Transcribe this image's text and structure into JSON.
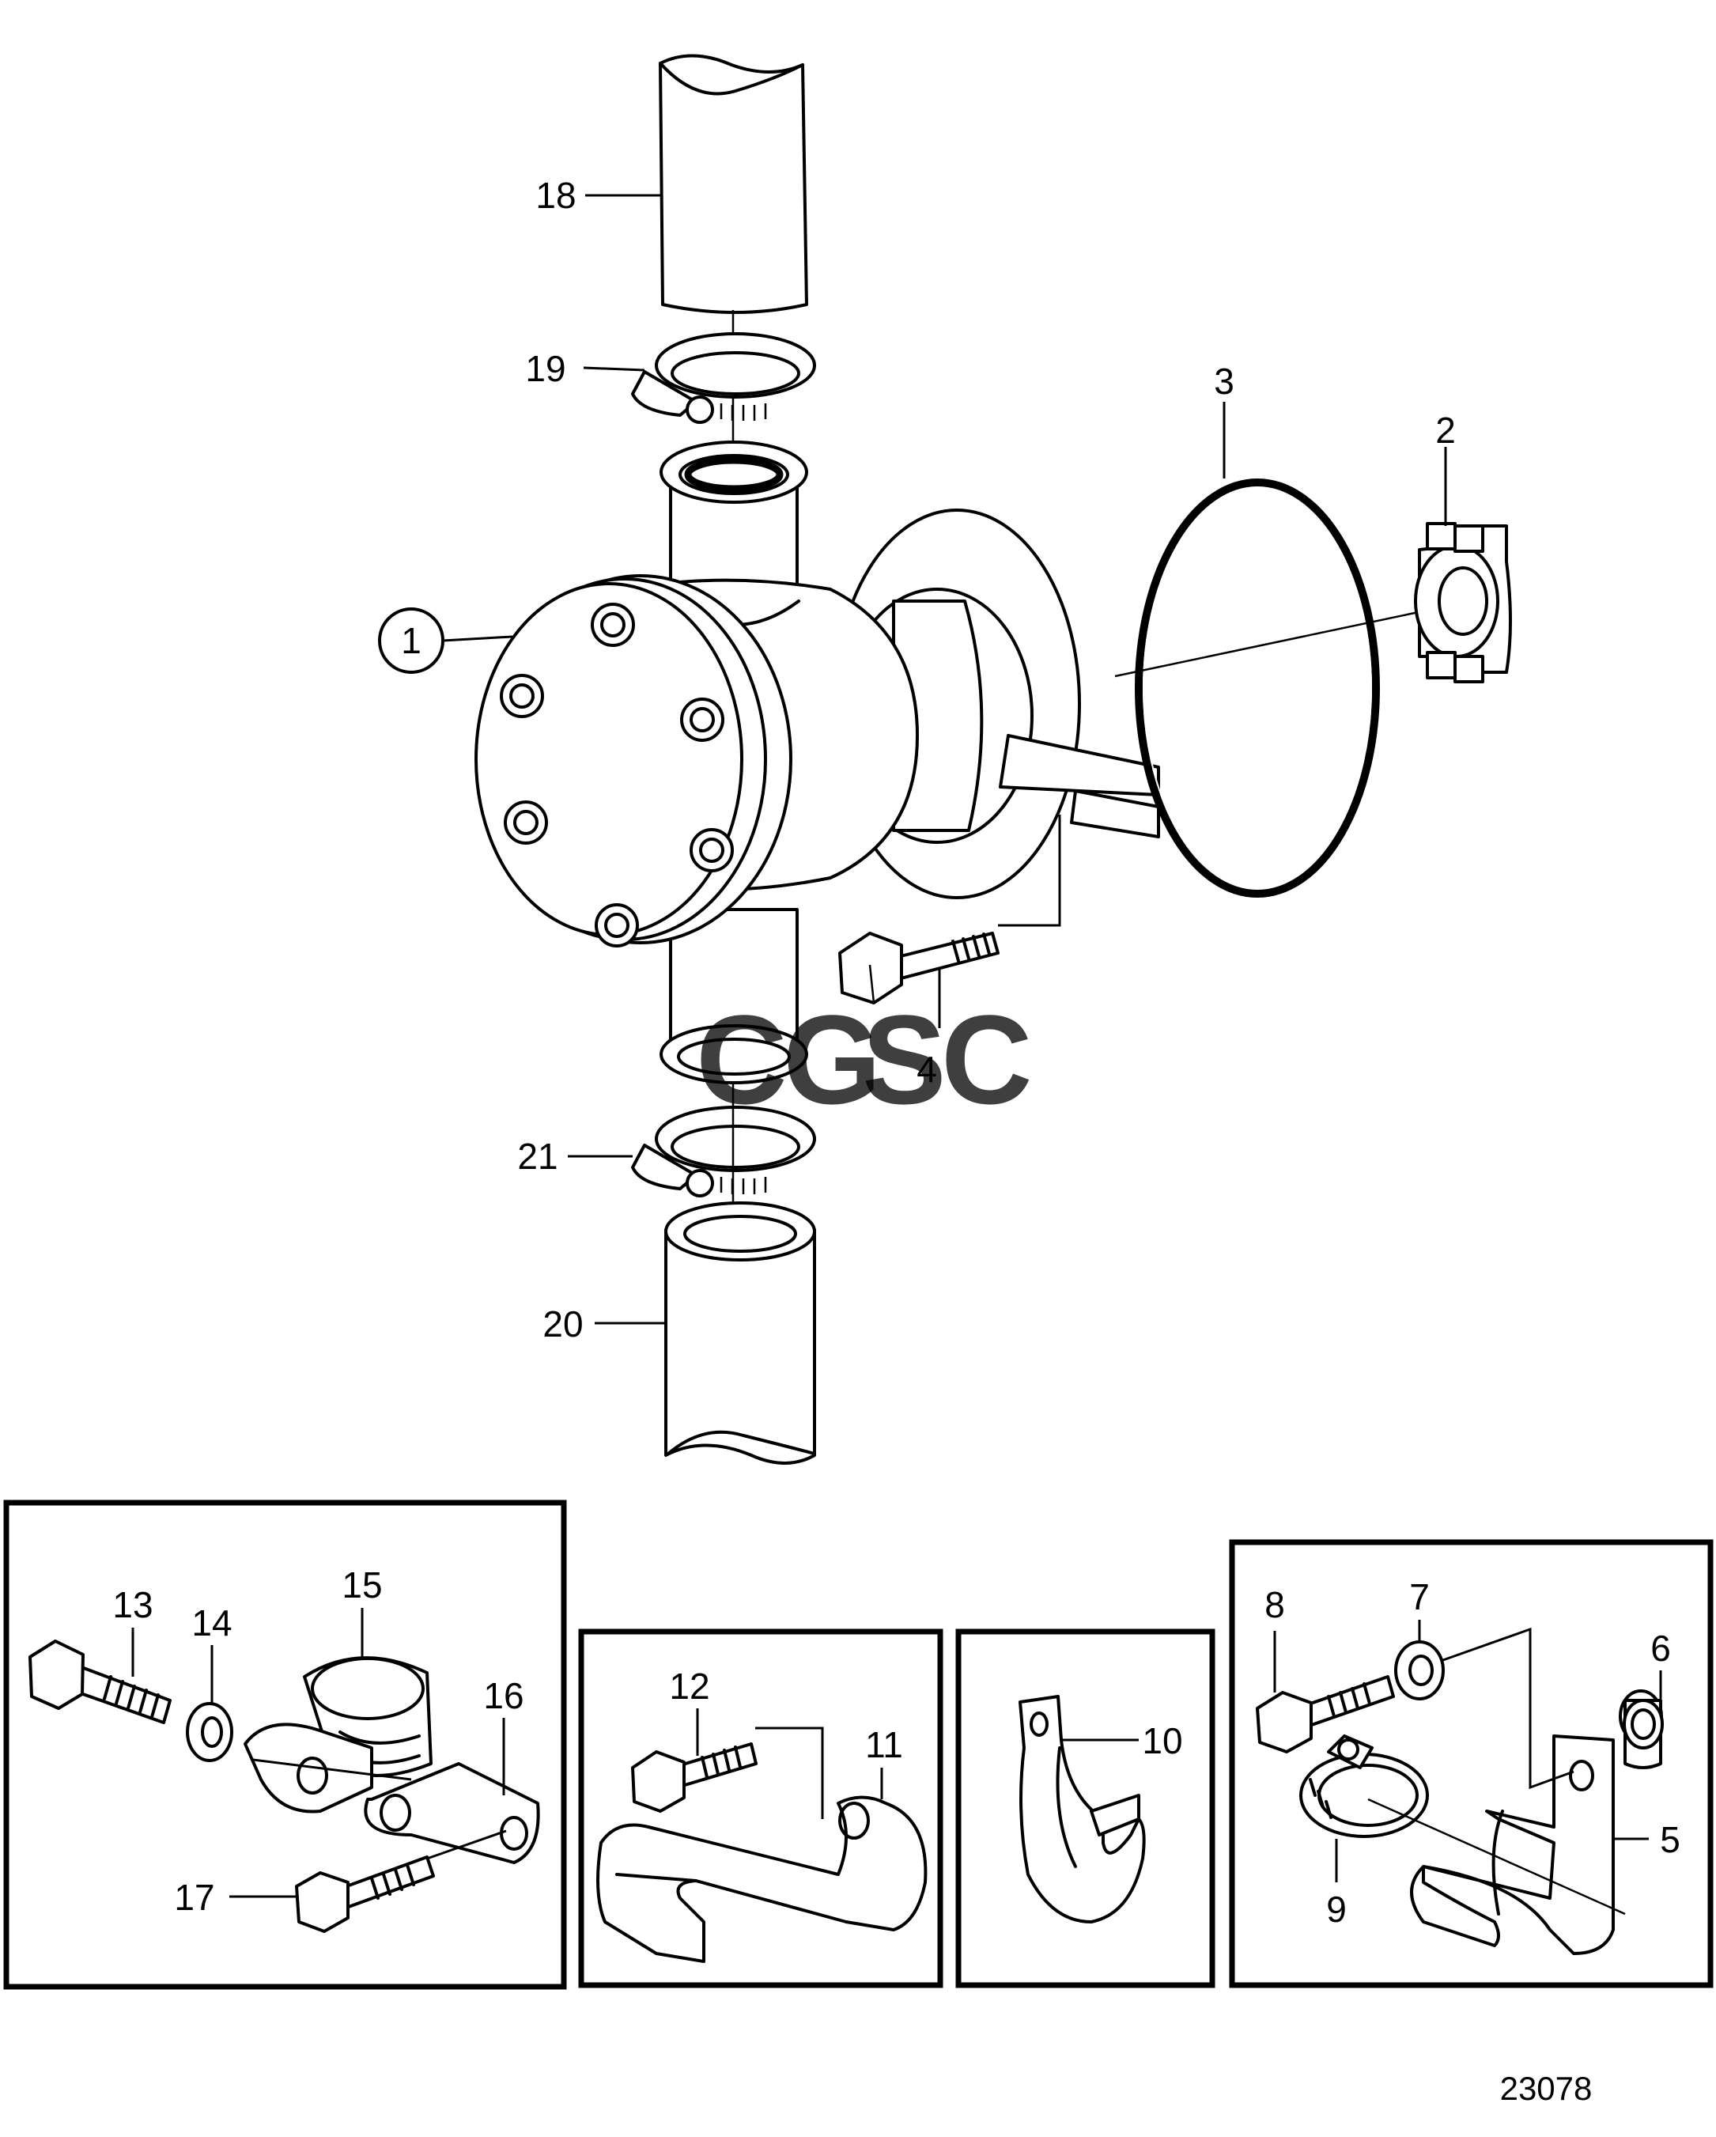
{
  "diagram": {
    "figure_number": "23078",
    "watermark": {
      "letters": [
        "C",
        "G",
        "S",
        "C"
      ],
      "colors": [
        "#4f8fe8",
        "#ee6f62",
        "#f2cf47",
        "#5cba85"
      ]
    },
    "callouts": [
      "1",
      "2",
      "3",
      "4",
      "5",
      "6",
      "7",
      "8",
      "9",
      "10",
      "11",
      "12",
      "13",
      "14",
      "15",
      "16",
      "17",
      "18",
      "19",
      "20",
      "21"
    ]
  }
}
